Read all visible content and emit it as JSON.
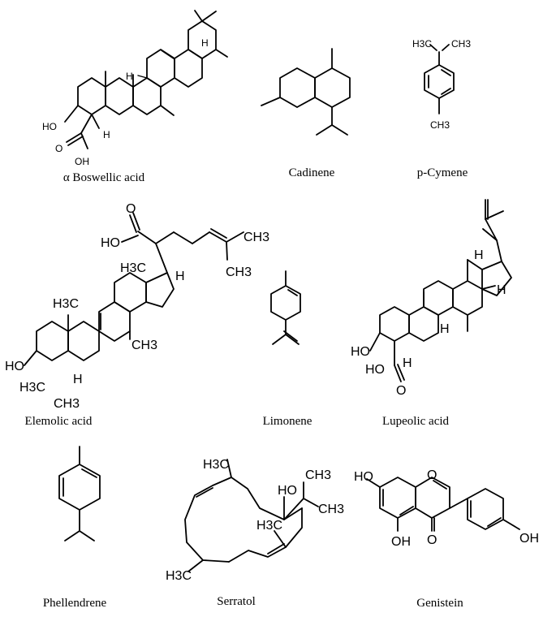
{
  "compounds": [
    {
      "name": "α Boswellic acid"
    },
    {
      "name": "Cadinene"
    },
    {
      "name": "p-Cymene"
    },
    {
      "name": "Elemolic acid"
    },
    {
      "name": "Limonene"
    },
    {
      "name": "Lupeolic acid"
    },
    {
      "name": "Phellendrene"
    },
    {
      "name": "Serratol"
    },
    {
      "name": "Genistein"
    }
  ]
}
